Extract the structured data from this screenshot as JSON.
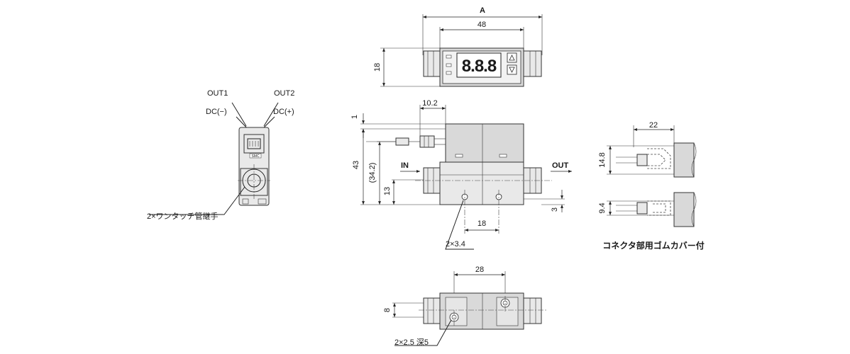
{
  "side_view": {
    "out1": "OUT1",
    "out2": "OUT2",
    "dc_minus": "DC(−)",
    "dc_plus": "DC(+)",
    "fitting_note": "2×ワンタッチ管継手",
    "brand_mark": "SMC"
  },
  "top_view": {
    "dim_a": "A",
    "dim_48": "48",
    "dim_18": "18",
    "display_digits": "8.8.8"
  },
  "front_view": {
    "dim_1": "1",
    "dim_10_2": "10.2",
    "dim_43": "43",
    "dim_34_2": "(34.2)",
    "dim_13": "13",
    "in_label": "IN",
    "out_label": "OUT",
    "dim_3": "3",
    "dim_18_bottom": "18",
    "hole_note": "2×3.4"
  },
  "bottom_view": {
    "dim_28": "28",
    "dim_8": "8",
    "hole_note": "2×2.5 深5"
  },
  "cover_detail": {
    "dim_22": "22",
    "dim_14_8": "14.8",
    "dim_9_4": "9.4",
    "caption": "コネクタ部用ゴムカバー付"
  }
}
